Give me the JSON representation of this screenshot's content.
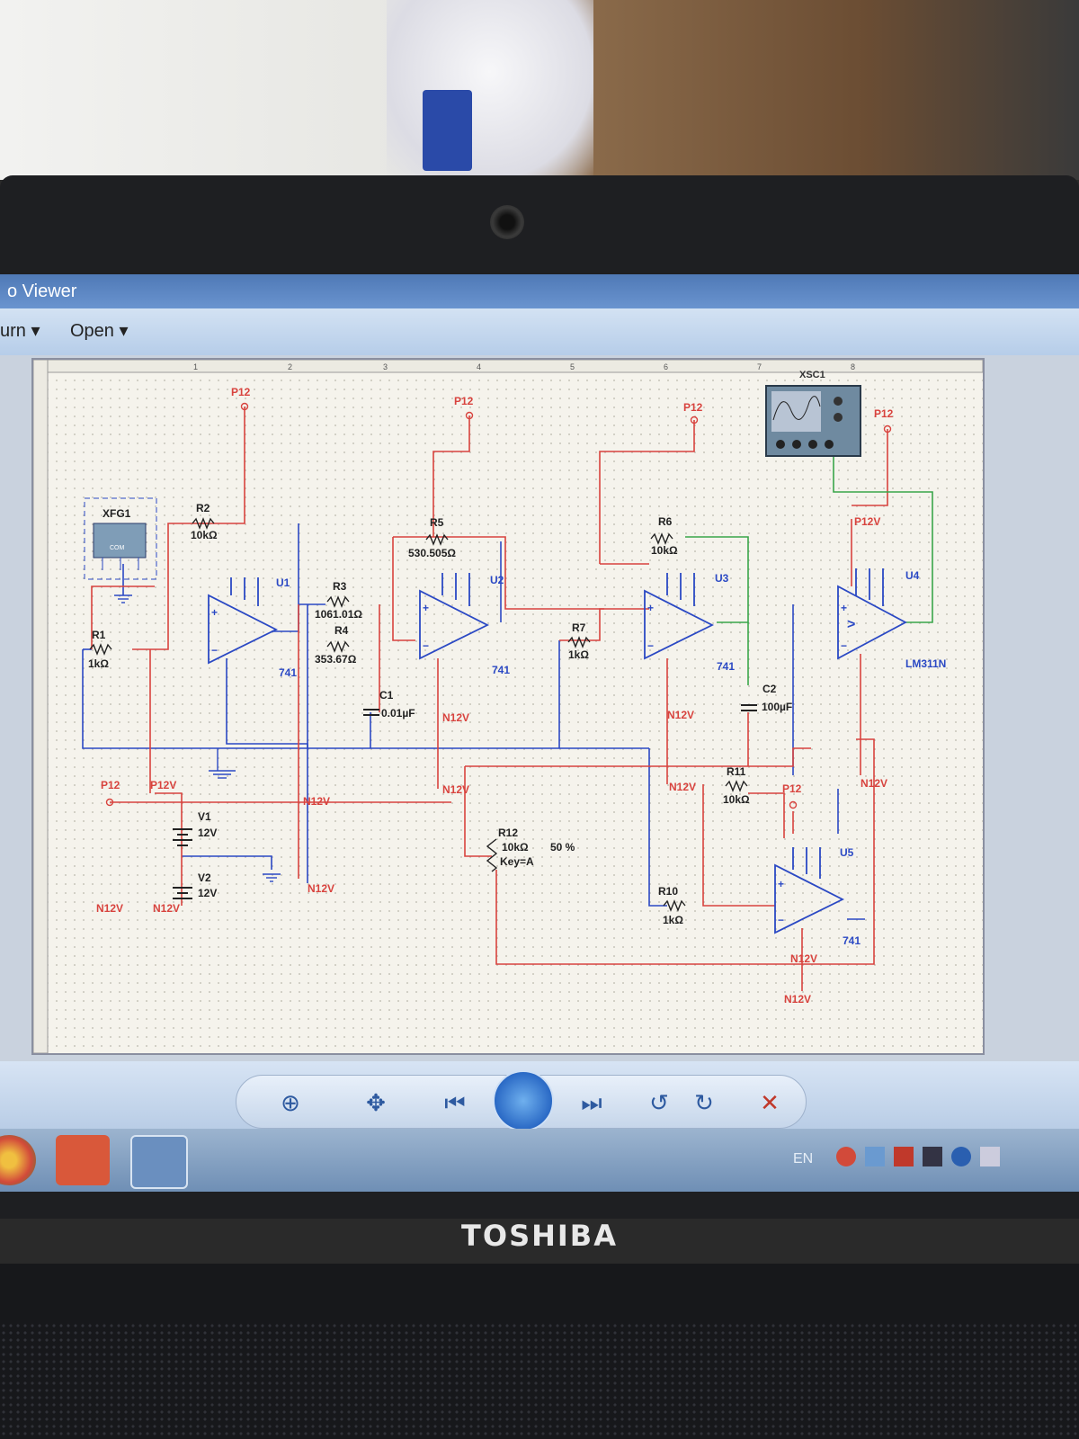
{
  "window": {
    "title": "o Viewer"
  },
  "menu": {
    "items": [
      "urn",
      "Open"
    ]
  },
  "laptop": {
    "brand": "TOSHIBA"
  },
  "taskbar": {
    "lang": "EN"
  },
  "schematic": {
    "ruler_numbers": [
      "1",
      "2",
      "3",
      "4",
      "5",
      "6",
      "7",
      "8"
    ],
    "function_generator": {
      "label": "XFG1",
      "com": "COM"
    },
    "oscilloscope": {
      "label": "XSC1"
    },
    "resistors": {
      "R1": {
        "name": "R1",
        "value": "1kΩ"
      },
      "R2": {
        "name": "R2",
        "value": "10kΩ"
      },
      "R3": {
        "name": "R3",
        "value": "1061.01Ω"
      },
      "R4": {
        "name": "R4",
        "value": "353.67Ω"
      },
      "R5": {
        "name": "R5",
        "value": "530.505Ω"
      },
      "R6": {
        "name": "R6",
        "value": "10kΩ"
      },
      "R7": {
        "name": "R7",
        "value": "1kΩ"
      },
      "R10": {
        "name": "R10",
        "value": "1kΩ"
      },
      "R11": {
        "name": "R11",
        "value": "10kΩ"
      }
    },
    "potentiometer": {
      "name": "R12",
      "value": "10kΩ",
      "key": "Key=A",
      "percent": "50 %"
    },
    "capacitors": {
      "C1": {
        "name": "C1",
        "value": "0.01µF"
      },
      "C2": {
        "name": "C2",
        "value": "100µF"
      }
    },
    "sources": {
      "V1": {
        "name": "V1",
        "value": "12V"
      },
      "V2": {
        "name": "V2",
        "value": "12V"
      }
    },
    "opamps": {
      "U1": {
        "name": "U1",
        "model": "741"
      },
      "U2": {
        "name": "U2",
        "model": "741"
      },
      "U3": {
        "name": "U3",
        "model": "741"
      },
      "U4": {
        "name": "U4",
        "model": "LM311N"
      },
      "U5": {
        "name": "U5",
        "model": "741"
      }
    },
    "net_labels": {
      "p12": "P12",
      "p12v": "P12V",
      "n12v": "N12V"
    }
  },
  "colors": {
    "wire_blue": "#2b49c4",
    "wire_red": "#d8433e",
    "wire_green": "#3aa64a",
    "label_red": "#d8433e",
    "label_blue": "#2b49c4"
  }
}
